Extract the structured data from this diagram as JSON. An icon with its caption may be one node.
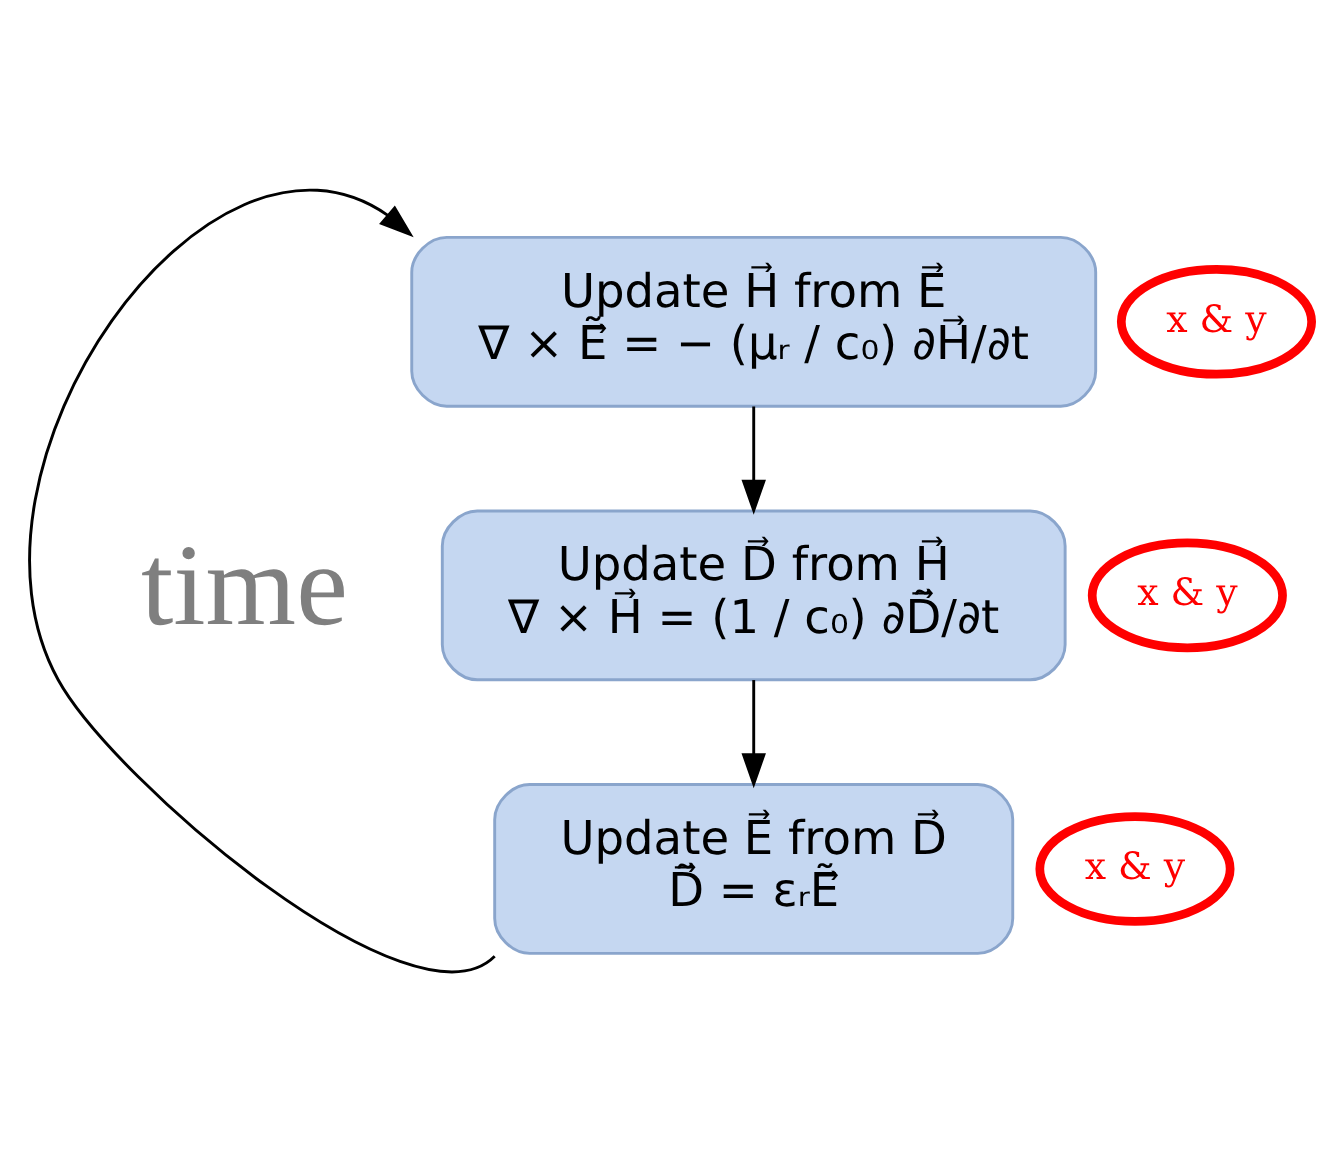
{
  "diagram": {
    "nodes": [
      {
        "text": [
          "Update H⃗ from E⃗",
          "∇ × Ẽ⃗ = − (μᵣ / c₀) ∂H⃗/∂t"
        ],
        "beside": [
          "x & y"
        ]
      },
      {
        "text": [
          "Update D⃗ from H⃗",
          "∇ × H⃗ = (1 / c₀) ∂D̃⃗/∂t"
        ],
        "beside": [
          "x & y"
        ]
      },
      {
        "text": [
          "Update E⃗ from D⃗",
          "D̃⃗ = εᵣẼ⃗"
        ],
        "beside": [
          "x & y"
        ]
      }
    ],
    "edges": [
      {
        "from": 0,
        "to": 1,
        "arrow": "to"
      },
      {
        "from": 1,
        "to": 2,
        "arrow": "to"
      },
      {
        "from": 2,
        "to": 0,
        "arrow": "to"
      }
    ],
    "labels": [
      "time"
    ]
  }
}
